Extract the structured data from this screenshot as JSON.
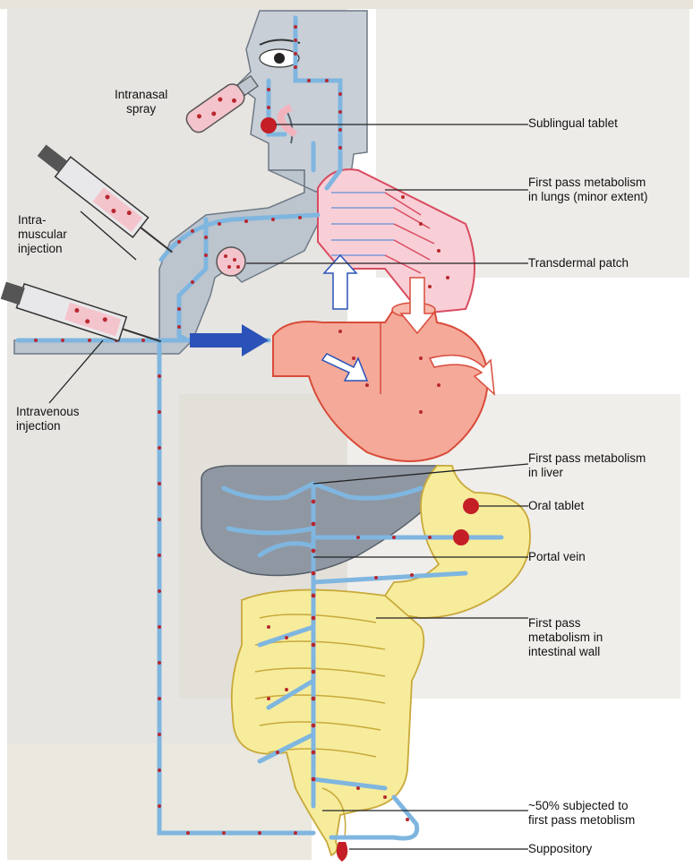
{
  "labels": {
    "intranasal_spray": [
      "Intranasal",
      "spray"
    ],
    "sublingual_tablet": "Sublingual tablet",
    "lungs": [
      "First pass metabolism",
      "in lungs (minor extent)"
    ],
    "intramuscular": [
      "Intra-",
      "muscular",
      "injection"
    ],
    "transdermal": "Transdermal patch",
    "intravenous": [
      "Intravenous",
      "injection"
    ],
    "liver": [
      "First pass metabolism",
      "in liver"
    ],
    "oral_tablet": "Oral tablet",
    "portal_vein": "Portal vein",
    "intestinal_wall": [
      "First pass",
      "metabolism in",
      "intestinal wall"
    ],
    "rectal": [
      "~50% subjected to",
      "first pass metoblism"
    ],
    "suppository": "Suppository"
  },
  "colors": {
    "body": "#c9d0d8",
    "body_dark": "#b2bcc7",
    "vessel": "#7fb6e0",
    "dot": "#b8282e",
    "heart": "#f4a999",
    "lung": "#f8cfd6",
    "liver": "#8f97a2",
    "gut": "#f6ec9c",
    "tablet": "#c41e26",
    "arrow_blue": "#2a52b8"
  }
}
